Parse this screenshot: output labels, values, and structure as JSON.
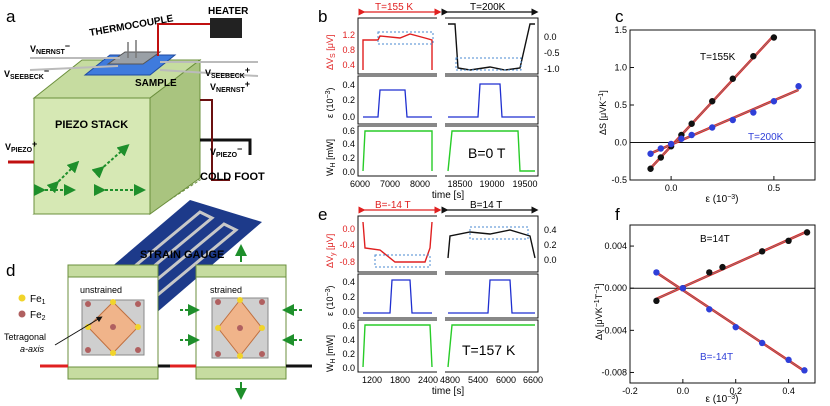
{
  "panels": {
    "a": "a",
    "b": "b",
    "c": "c",
    "d": "d",
    "e": "e",
    "f": "f"
  },
  "panel_a": {
    "heater": "HEATER",
    "thermocouple": "THERMOCOUPLE",
    "sample": "SAMPLE",
    "piezo_stack": "PIEZO STACK",
    "cold_foot": "COLD FOOT",
    "strain_gauge": "STRAIN GAUGE",
    "v_nernst_minus": "V",
    "v_nernst_minus_sub": "NERNST",
    "v_nernst_minus_sign": "−",
    "v_seebeck_minus": "V",
    "v_seebeck_minus_sub": "SEEBECK",
    "v_seebeck_minus_sign": "−",
    "v_seebeck_plus": "V",
    "v_seebeck_plus_sub": "SEEBECK",
    "v_seebeck_plus_sign": "+",
    "v_nernst_plus": "V",
    "v_nernst_plus_sub": "NERNST",
    "v_nernst_plus_sign": "+",
    "v_piezo_plus": "V",
    "v_piezo_plus_sub": "PIEZO",
    "v_piezo_plus_sign": "+",
    "v_piezo_minus": "V",
    "v_piezo_minus_sub": "PIEZO",
    "v_piezo_minus_sign": "−"
  },
  "panel_b": {
    "t_left": "T=155 K",
    "t_right": "T=200K",
    "ylabel_top": "ΔV",
    "ylabel_top_sub": "S",
    "ylabel_top_unit": " [μV]",
    "ylabel_mid": "ε (10",
    "ylabel_mid_sup": "−3",
    "ylabel_mid_end": ")",
    "ylabel_bot": "W",
    "ylabel_bot_sub": "H",
    "ylabel_bot_unit": " [mW]",
    "xlabel": "time [s]",
    "field": "B=0 T",
    "y_top_left": [
      "1.2",
      "0.8",
      "0.4"
    ],
    "y_top_right": [
      "0.0",
      "-0.5",
      "-1.0"
    ],
    "y_mid": [
      "0.4",
      "0.2",
      "0.0"
    ],
    "y_bot": [
      "0.6",
      "0.4",
      "0.2",
      "0.0"
    ],
    "x_ticks": [
      "6000",
      "7000",
      "8000",
      "18500",
      "19000",
      "19500"
    ]
  },
  "panel_e": {
    "b_left": "B=-14 T",
    "b_right": "B=14 T",
    "ylabel_top": "ΔV",
    "ylabel_top_sub": "y",
    "ylabel_top_unit": " [μV]",
    "ylabel_mid": "ε (10",
    "ylabel_mid_sup": "−3",
    "ylabel_mid_end": ")",
    "ylabel_bot": "W",
    "ylabel_bot_sub": "H",
    "ylabel_bot_unit": " [mW]",
    "xlabel": "time [s]",
    "temp": "T=157 K",
    "y_top_left": [
      "0.0",
      "-0.4",
      "-0.8"
    ],
    "y_top_right": [
      "0.4",
      "0.2",
      "0.0"
    ],
    "y_mid": [
      "0.4",
      "0.2",
      "0.0"
    ],
    "y_bot": [
      "0.6",
      "0.4",
      "0.2",
      "0.0"
    ],
    "x_ticks": [
      "1200",
      "1800",
      "2400",
      "4800",
      "5400",
      "6000",
      "6600"
    ]
  },
  "panel_c": {
    "ylabel": "ΔS [μVK",
    "ylabel_sup": "−1",
    "ylabel_end": "]",
    "xlabel": "ε (10",
    "xlabel_sup": "−3",
    "xlabel_end": ")",
    "series1": "T=155K",
    "series2": "T=200K",
    "y_ticks": [
      "1.5",
      "1.0",
      "0.5",
      "0.0",
      "-0.5"
    ],
    "x_ticks": [
      "0.0",
      "0.5"
    ]
  },
  "panel_f": {
    "ylabel": "Δν [μVK",
    "ylabel_sup": "−1",
    "ylabel_mid": "T",
    "ylabel_sup2": "−1",
    "ylabel_end": "]",
    "xlabel": "ε (10",
    "xlabel_sup": "−3",
    "xlabel_end": ")",
    "series1": "B=14T",
    "series2": "B=-14T",
    "y_ticks": [
      "0.004",
      "0.000",
      "-0.004",
      "-0.008"
    ],
    "x_ticks": [
      "-0.2",
      "0.0",
      "0.2",
      "0.4"
    ]
  },
  "panel_d": {
    "unstrained": "unstrained",
    "strained": "strained",
    "fe1": "Fe",
    "fe1_sub": "1",
    "fe2": "Fe",
    "fe2_sub": "2",
    "axis1": "Tetragonal",
    "axis2": "a-axis"
  },
  "chart_data": [
    {
      "type": "scatter",
      "panel": "c",
      "xlabel": "ε (10−3)",
      "ylabel": "ΔS [μVK−1]",
      "xlim": [
        -0.2,
        0.7
      ],
      "ylim": [
        -0.5,
        1.5
      ],
      "series": [
        {
          "name": "T=155K",
          "x": [
            -0.1,
            -0.05,
            0.0,
            0.05,
            0.1,
            0.2,
            0.3,
            0.4,
            0.5
          ],
          "y": [
            -0.35,
            -0.2,
            -0.05,
            0.1,
            0.25,
            0.55,
            0.85,
            1.15,
            1.4
          ]
        },
        {
          "name": "T=200K",
          "x": [
            -0.1,
            -0.05,
            0.0,
            0.05,
            0.1,
            0.2,
            0.3,
            0.4,
            0.5,
            0.62
          ],
          "y": [
            -0.15,
            -0.08,
            -0.02,
            0.05,
            0.1,
            0.2,
            0.3,
            0.4,
            0.55,
            0.75
          ]
        }
      ]
    },
    {
      "type": "scatter",
      "panel": "f",
      "xlabel": "ε (10−3)",
      "ylabel": "Δν [μVK−1T−1]",
      "xlim": [
        -0.2,
        0.5
      ],
      "ylim": [
        -0.009,
        0.006
      ],
      "series": [
        {
          "name": "B=14T",
          "x": [
            -0.1,
            0.0,
            0.1,
            0.15,
            0.3,
            0.4,
            0.47
          ],
          "y": [
            -0.0012,
            0.0,
            0.0015,
            0.002,
            0.0035,
            0.0045,
            0.0053
          ]
        },
        {
          "name": "B=-14T",
          "x": [
            -0.1,
            0.0,
            0.1,
            0.2,
            0.3,
            0.4,
            0.46
          ],
          "y": [
            0.0015,
            0.0,
            -0.002,
            -0.0037,
            -0.0052,
            -0.0068,
            -0.0078
          ]
        }
      ]
    }
  ]
}
